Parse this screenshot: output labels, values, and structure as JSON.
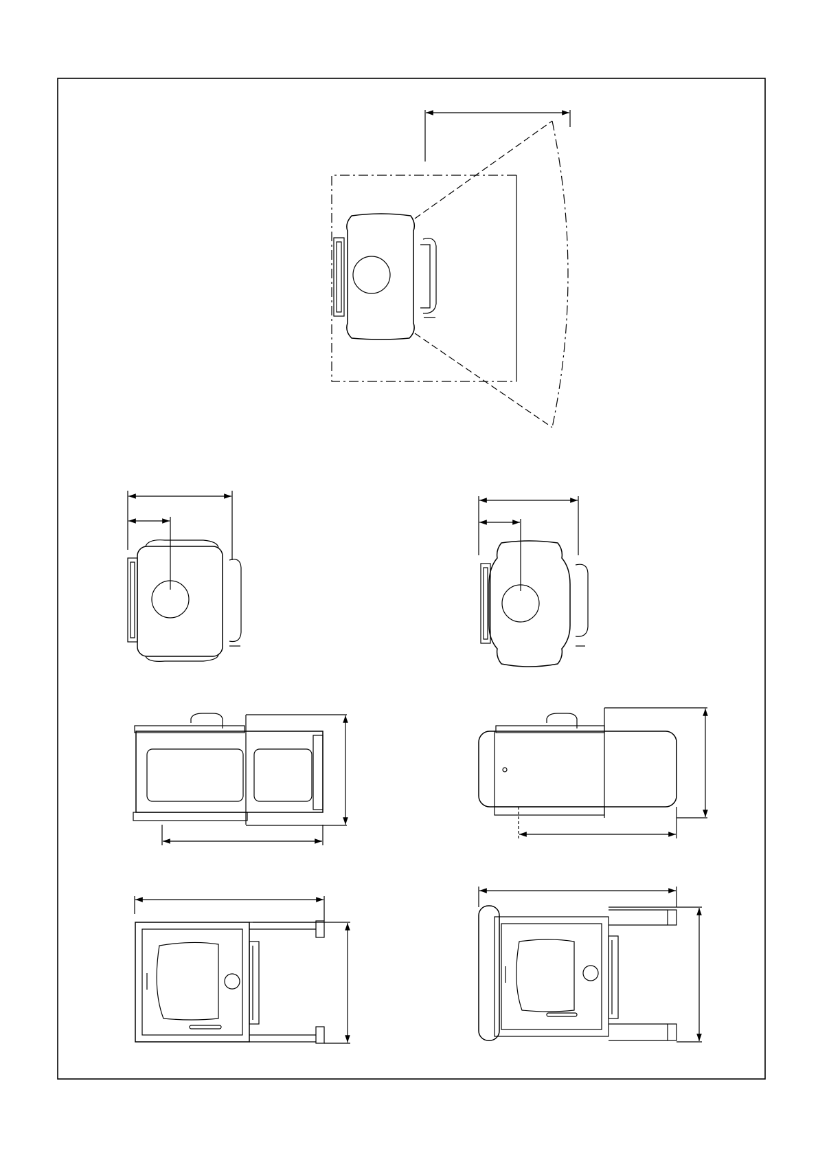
{
  "document": {
    "type": "technical-drawing",
    "views": [
      "top-view-door-swing",
      "top-view-stove-a",
      "top-view-stove-b",
      "side-view-stove-a",
      "side-view-stove-b",
      "front-view-stove-a",
      "front-view-stove-b"
    ]
  },
  "style": {
    "line_color": "#000000",
    "background": "#ffffff"
  }
}
